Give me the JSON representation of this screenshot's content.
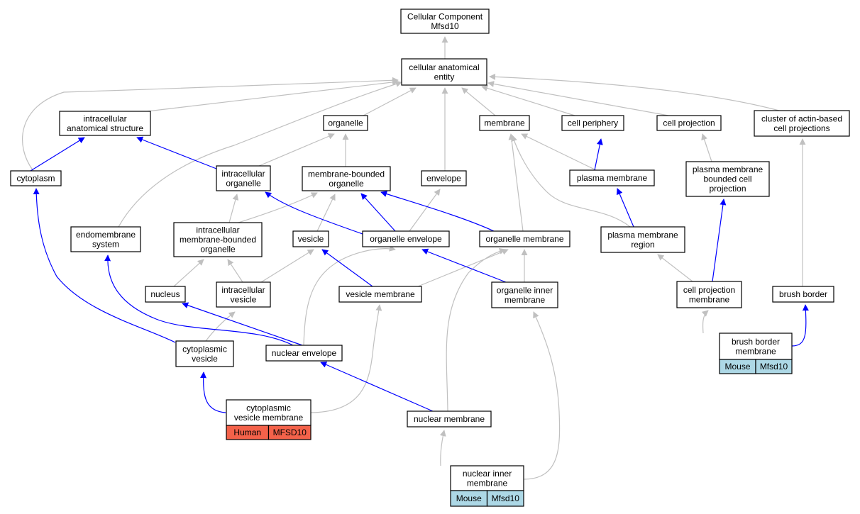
{
  "colors": {
    "gray_edge": "#c0c0c0",
    "blue_edge": "#0000ff",
    "human_fill": "#f4624a",
    "mouse_fill": "#add8e6"
  },
  "nodes": [
    {
      "id": "root",
      "lines": [
        "Cellular Component",
        "Mfsd10"
      ]
    },
    {
      "id": "cae",
      "lines": [
        "cellular anatomical",
        "entity"
      ]
    },
    {
      "id": "ias",
      "lines": [
        "intracellular",
        "anatomical structure"
      ]
    },
    {
      "id": "organelle",
      "lines": [
        "organelle"
      ]
    },
    {
      "id": "membrane",
      "lines": [
        "membrane"
      ]
    },
    {
      "id": "cellper",
      "lines": [
        "cell periphery"
      ]
    },
    {
      "id": "cellproj",
      "lines": [
        "cell projection"
      ]
    },
    {
      "id": "cluster",
      "lines": [
        "cluster of actin-based",
        "cell projections"
      ]
    },
    {
      "id": "cytoplasm",
      "lines": [
        "cytoplasm"
      ]
    },
    {
      "id": "intorg",
      "lines": [
        "intracellular",
        "organelle"
      ]
    },
    {
      "id": "mbo",
      "lines": [
        "membrane-bounded",
        "organelle"
      ]
    },
    {
      "id": "envelope",
      "lines": [
        "envelope"
      ]
    },
    {
      "id": "pm",
      "lines": [
        "plasma membrane"
      ]
    },
    {
      "id": "pmbcp",
      "lines": [
        "plasma membrane",
        "bounded cell",
        "projection"
      ]
    },
    {
      "id": "endo",
      "lines": [
        "endomembrane",
        "system"
      ]
    },
    {
      "id": "imbo",
      "lines": [
        "intracellular",
        "membrane-bounded",
        "organelle"
      ]
    },
    {
      "id": "vesicle",
      "lines": [
        "vesicle"
      ]
    },
    {
      "id": "orgenv",
      "lines": [
        "organelle envelope"
      ]
    },
    {
      "id": "orgmem",
      "lines": [
        "organelle membrane"
      ]
    },
    {
      "id": "pmr",
      "lines": [
        "plasma membrane",
        "region"
      ]
    },
    {
      "id": "nucleus",
      "lines": [
        "nucleus"
      ]
    },
    {
      "id": "intves",
      "lines": [
        "intracellular",
        "vesicle"
      ]
    },
    {
      "id": "vesmem",
      "lines": [
        "vesicle membrane"
      ]
    },
    {
      "id": "orginner",
      "lines": [
        "organelle inner",
        "membrane"
      ]
    },
    {
      "id": "cpm",
      "lines": [
        "cell projection",
        "membrane"
      ]
    },
    {
      "id": "bb",
      "lines": [
        "brush border"
      ]
    },
    {
      "id": "cytves",
      "lines": [
        "cytoplasmic",
        "vesicle"
      ]
    },
    {
      "id": "nucenv",
      "lines": [
        "nuclear envelope"
      ]
    },
    {
      "id": "bbm",
      "lines": [
        "brush border",
        "membrane"
      ],
      "species": "Mouse",
      "gene": "Mfsd10",
      "tag": "mouse"
    },
    {
      "id": "cvm",
      "lines": [
        "cytoplasmic",
        "vesicle membrane"
      ],
      "species": "Human",
      "gene": "MFSD10",
      "tag": "human"
    },
    {
      "id": "nucmem",
      "lines": [
        "nuclear membrane"
      ]
    },
    {
      "id": "nim",
      "lines": [
        "nuclear inner",
        "membrane"
      ],
      "species": "Mouse",
      "gene": "Mfsd10",
      "tag": "mouse"
    }
  ]
}
